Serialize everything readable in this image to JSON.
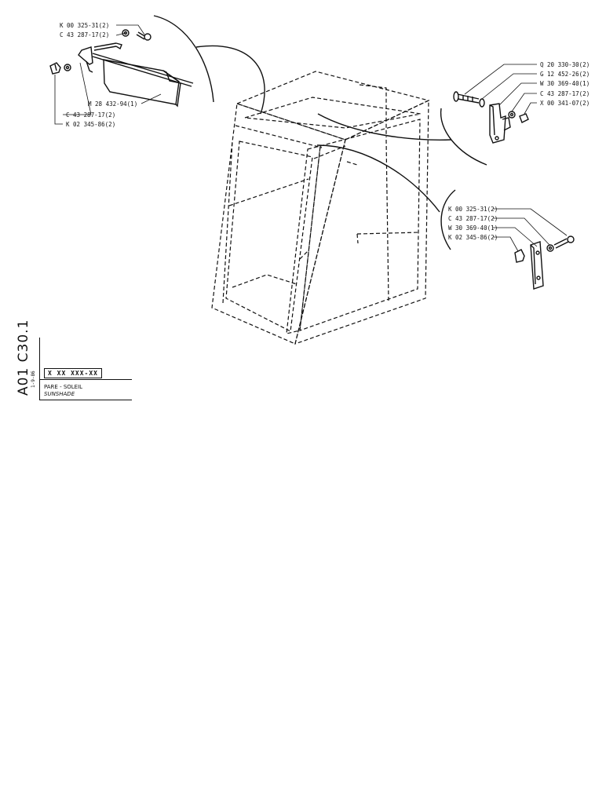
{
  "left_bracket_labels": [
    "K 00 325-31(2)",
    "C 43 287-17(2)",
    "M 28 432-94(1)",
    "C 43 287-17(2)",
    "K 02 345-86(2)"
  ],
  "right_top_labels": [
    "Q 20 330-30(2)",
    "G 12 452-26(2)",
    "W 30 369-40(1)",
    "C 43 287-17(2)",
    "X 00 341-07(2)"
  ],
  "right_bottom_labels": [
    "K 00 325-31(2)",
    "C 43 287-17(2)",
    "W 30 369-40(1)",
    "K 02 345-86(2)"
  ],
  "title_block": {
    "section_code": "A01 C30.1",
    "date": "1-9-86",
    "reference": "X XX XXX-XX",
    "title_fr": "PARE - SOLEIL",
    "title_en": "SUNSHADE"
  }
}
